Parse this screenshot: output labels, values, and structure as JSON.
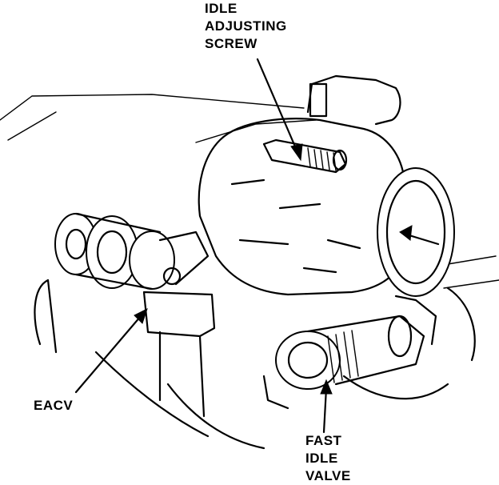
{
  "labels": {
    "idle_adjusting_screw": [
      "IDLE",
      "ADJUSTING",
      "SCREW"
    ],
    "eacv": "EACV",
    "fast_idle_valve": [
      "FAST",
      "IDLE",
      "VALVE"
    ]
  },
  "colors": {
    "ink": "#000000",
    "background": "#ffffff"
  }
}
